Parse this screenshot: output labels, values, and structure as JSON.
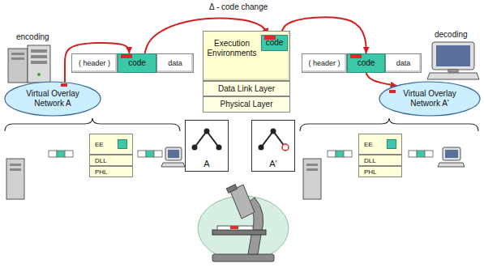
{
  "diagram": {
    "nodes": [
      {
        "text": [
          "( header )"
        ]
      },
      {
        "text": [
          "code"
        ]
      },
      {
        "text": [
          "data"
        ]
      },
      {
        "text": [
          "Execution Environments"
        ]
      },
      {
        "text": [
          "code"
        ],
        "in": 3
      },
      {
        "text": [
          "Data Link Layer"
        ]
      },
      {
        "text": [
          "Physical Layer"
        ]
      },
      {
        "text": [
          "( header )"
        ]
      },
      {
        "text": [
          "code"
        ]
      },
      {
        "text": [
          "data"
        ]
      },
      {
        "text": [
          "Virtual Overlay Network A"
        ]
      },
      {
        "text": [
          "Virtual Overlay Network A'"
        ]
      },
      {
        "text": [
          "A"
        ]
      },
      {
        "text": [
          "A'"
        ]
      },
      {
        "text": [
          "EE"
        ]
      },
      {
        "text": [
          "DLL"
        ]
      },
      {
        "text": [
          "PHL"
        ]
      },
      {
        "text": [
          "EE"
        ]
      },
      {
        "text": [
          "DLL"
        ]
      },
      {
        "text": [
          "PHL"
        ]
      }
    ],
    "edges": [
      {
        "from": 10,
        "to": 1,
        "arrow": "to"
      },
      {
        "from": 1,
        "to": 4,
        "arrow": "to"
      },
      {
        "from": 4,
        "to": 8,
        "arrow": "to"
      },
      {
        "from": 8,
        "to": 11,
        "arrow": "to"
      }
    ],
    "labels": [
      "Δ - code change",
      "encoding",
      "decoding"
    ]
  }
}
